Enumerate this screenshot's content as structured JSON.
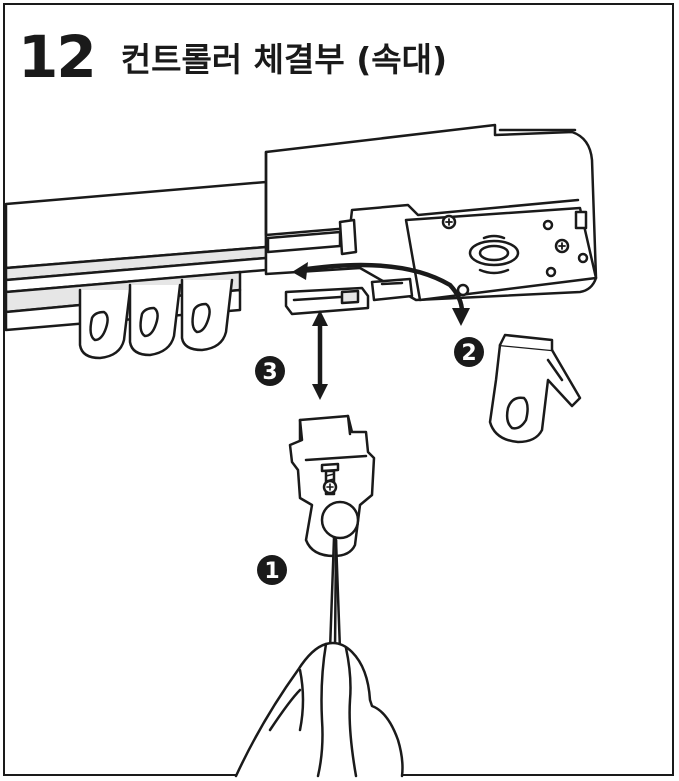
{
  "step": {
    "number": "12",
    "title": "컨트롤러 체결부 (속대)"
  },
  "callouts": [
    {
      "id": "1",
      "symbol": "1"
    },
    {
      "id": "2",
      "symbol": "2"
    },
    {
      "id": "3",
      "symbol": "3"
    }
  ],
  "colors": {
    "ink": "#1a1a1a",
    "paper": "#ffffff",
    "shade": "#e6e6e6"
  }
}
